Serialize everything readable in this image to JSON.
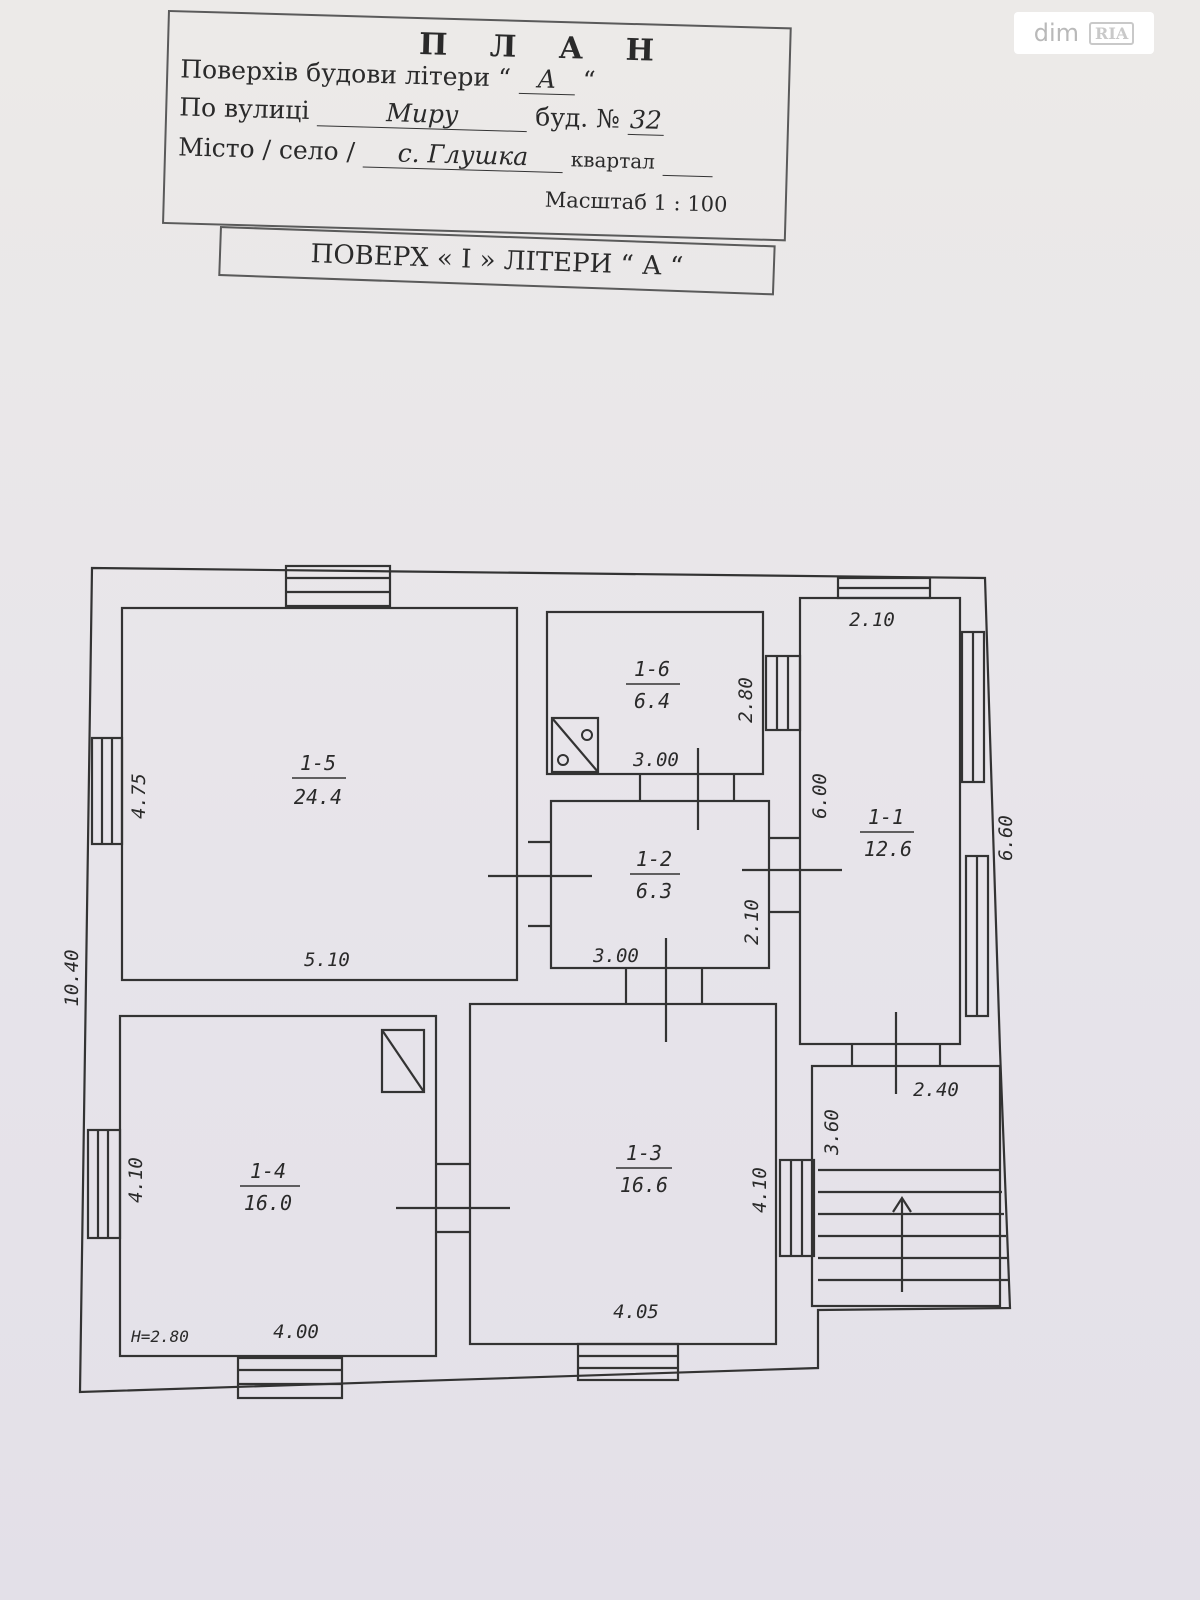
{
  "watermark": {
    "brand": "dim",
    "mark": "RIA"
  },
  "header": {
    "title": "П Л А Н",
    "line1_prefix": "Поверхів будови літери “",
    "line1_value": "А",
    "line1_suffix": "“",
    "street_label": "По вулиці",
    "street_value": "Миру",
    "building_label": "буд. №",
    "building_value": "32",
    "city_label": "Місто / село /",
    "city_value": "с. Глушка",
    "quarter_label": "квартал",
    "scale": "Масштаб  1 : 100"
  },
  "floor_title": "ПОВЕРХ « І »   ЛІТЕРИ “ А “",
  "rooms": [
    {
      "id": "1-5",
      "area": "24.4"
    },
    {
      "id": "1-6",
      "area": "6.4"
    },
    {
      "id": "1-2",
      "area": "6.3"
    },
    {
      "id": "1-1",
      "area": "12.6"
    },
    {
      "id": "1-4",
      "area": "16.0"
    },
    {
      "id": "1-3",
      "area": "16.6"
    }
  ],
  "dimensions": {
    "overall_height": "10.40",
    "right_height": "6.60",
    "r15_height": "4.75",
    "r15_width": "5.10",
    "r16_width": "3.00",
    "r16_height": "2.80",
    "r12_width": "3.00",
    "r12_height": "2.10",
    "r11_width": "2.10",
    "r11_height": "6.00",
    "porch_width": "2.40",
    "porch_height": "3.60",
    "r14_height": "4.10",
    "r14_width": "4.00",
    "r13_height": "4.10",
    "r13_width": "4.05",
    "ceiling_height": "H=2.80"
  }
}
